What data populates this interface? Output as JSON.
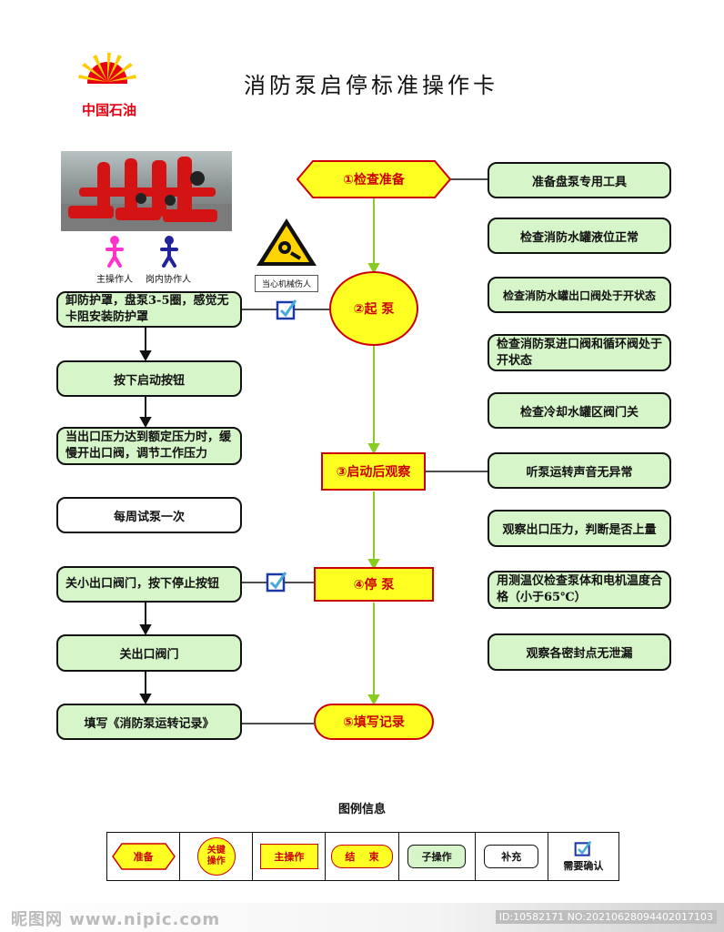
{
  "header": {
    "title": "消防泵启停标准操作卡",
    "brand_name": "中国石油"
  },
  "photo": {
    "description": "pump room"
  },
  "roles": {
    "main_operator": "主操作人",
    "assistant": "岗内协作人"
  },
  "warning": {
    "label": "当心机械伤人"
  },
  "main_flow": [
    {
      "label": "①检查准备"
    },
    {
      "label": "②起  泵"
    },
    {
      "label": "③启动后观察"
    },
    {
      "label": "④停  泵"
    },
    {
      "label": "⑤填写记录"
    }
  ],
  "left_boxes": [
    {
      "text": "卸防护罩，盘泵3-5圈，感觉无卡阻安装防护罩"
    },
    {
      "text": "按下启动按钮"
    },
    {
      "text": "当出口压力达到额定压力时，缓慢开出口阀，调节工作压力"
    },
    {
      "text": "每周试泵一次"
    },
    {
      "text": "关小出口阀门，按下停止按钮"
    },
    {
      "text": "关出口阀门"
    },
    {
      "text": "填写《消防泵运转记录》"
    }
  ],
  "right_boxes": [
    {
      "text": "准备盘泵专用工具"
    },
    {
      "text": "检查消防水罐液位正常"
    },
    {
      "text": "检查消防水罐出口阀处于开状态"
    },
    {
      "text": "检查消防泵进口阀和循环阀处于开状态"
    },
    {
      "text": "检查冷却水罐区阀门关"
    },
    {
      "text": "听泵运转声音无异常"
    },
    {
      "text": "观察出口压力，判断是否上量"
    },
    {
      "text": "用测温仪检查泵体和电机温度合格（小于65℃）"
    },
    {
      "text": "观察各密封点无泄漏"
    }
  ],
  "legend": {
    "title": "图例信息",
    "items": [
      {
        "label": "准备"
      },
      {
        "label": "关键操作"
      },
      {
        "label": "主操作"
      },
      {
        "label": "结    束"
      },
      {
        "label": "子操作"
      },
      {
        "label": "补充"
      },
      {
        "label": "需要确认"
      }
    ]
  },
  "watermark": {
    "left": "昵图网 www.nipic.com",
    "right": "ID:10582171 NO:20210628094402017103"
  },
  "colors": {
    "yellow": "#ffff22",
    "red_border": "#cc0000",
    "green_fill": "#d6f5c8",
    "arrow_green": "#88cc22",
    "check_blue": "#1a3aa8"
  },
  "icons": [
    "petrochina-logo",
    "mechanical-hazard-warning-icon",
    "checkbox-icon",
    "person-icon"
  ]
}
